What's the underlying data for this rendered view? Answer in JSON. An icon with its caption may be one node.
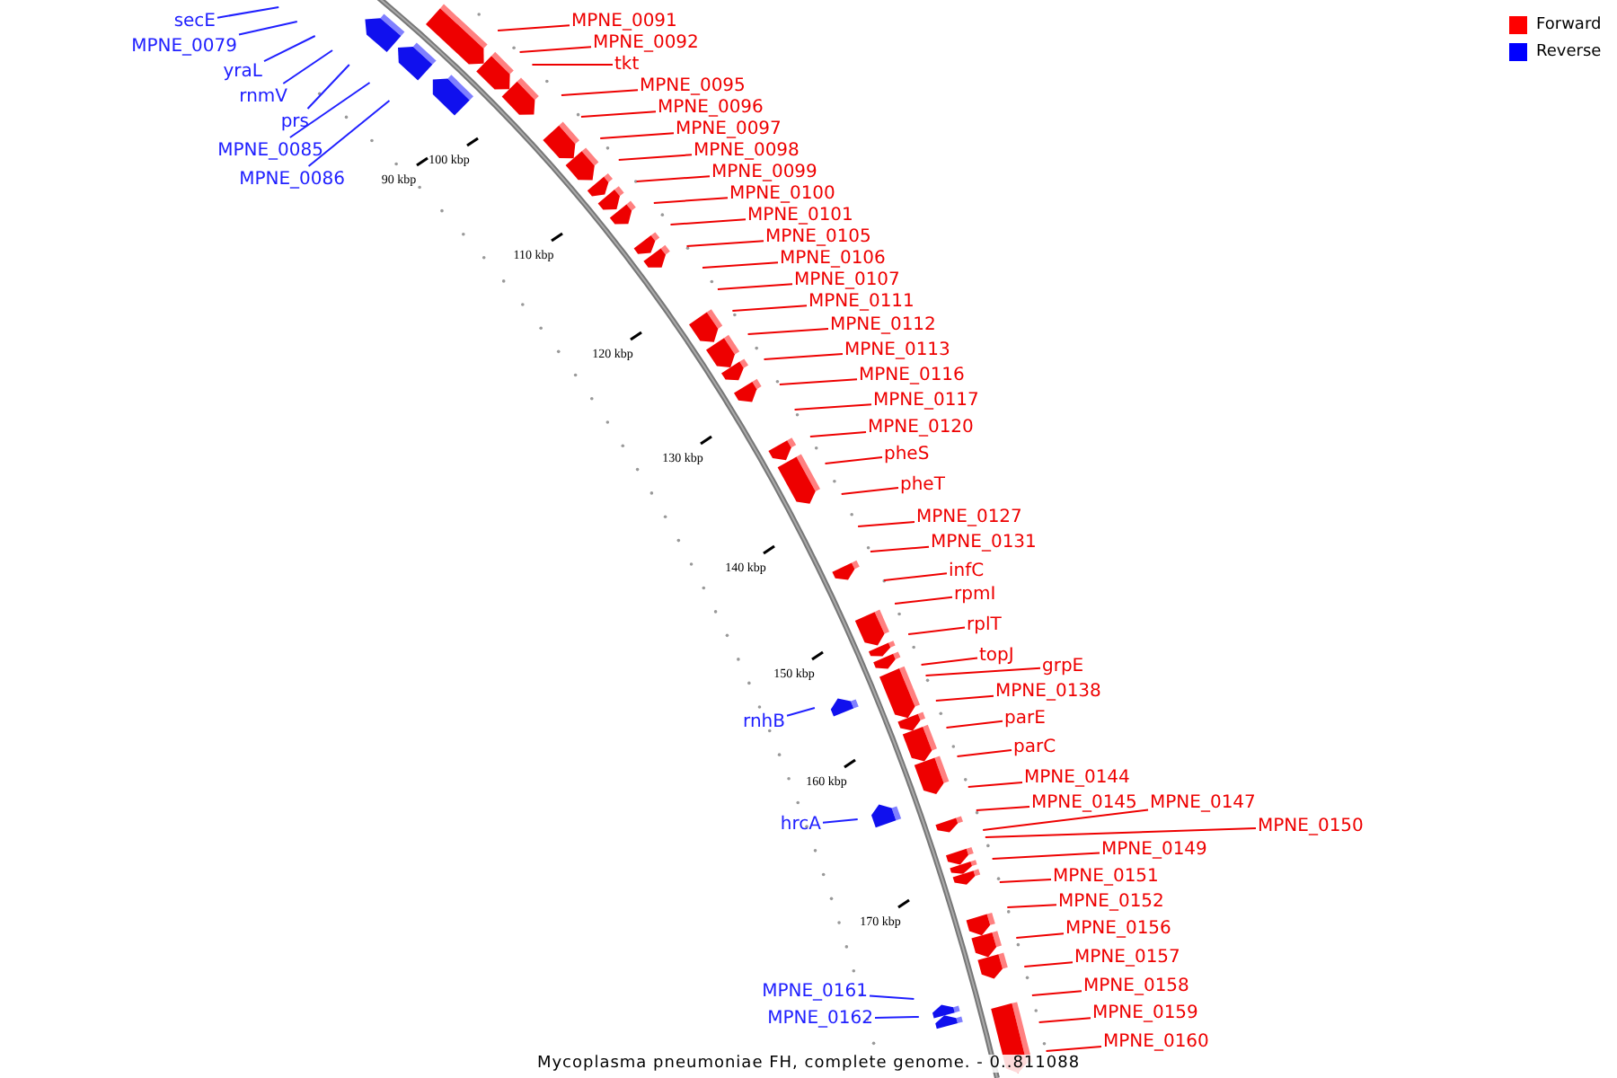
{
  "diagram": {
    "caption": "Mycoplasma pneumoniae FH, complete genome. - 0..811088",
    "nodes": [
      {
        "text": [
          "secE"
        ]
      },
      {
        "text": [
          "MPNE_0079"
        ]
      },
      {
        "text": [
          "yraL"
        ]
      },
      {
        "text": [
          "rnmV"
        ]
      },
      {
        "text": [
          "prs"
        ]
      },
      {
        "text": [
          "MPNE_0085"
        ]
      },
      {
        "text": [
          "MPNE_0086"
        ]
      },
      {
        "text": [
          "MPNE_0091"
        ]
      },
      {
        "text": [
          "MPNE_0092"
        ]
      },
      {
        "text": [
          "tkt"
        ]
      },
      {
        "text": [
          "MPNE_0095"
        ]
      },
      {
        "text": [
          "MPNE_0096"
        ]
      },
      {
        "text": [
          "MPNE_0098"
        ]
      },
      {
        "text": [
          "MPNE_0099"
        ]
      },
      {
        "text": [
          "MPNE_0097"
        ]
      },
      {
        "text": [
          "MPNE_0100"
        ]
      },
      {
        "text": [
          "MPNE_0101"
        ]
      },
      {
        "text": [
          "MPNE_0105"
        ]
      },
      {
        "text": [
          "MPNE_0106"
        ]
      },
      {
        "text": [
          "MPNE_0107"
        ]
      },
      {
        "text": [
          "MPNE_0111"
        ]
      },
      {
        "text": [
          "MPNE_0112"
        ]
      },
      {
        "text": [
          "MPNE_0113"
        ]
      },
      {
        "text": [
          "MPNE_0116"
        ]
      },
      {
        "text": [
          "MPNE_0117"
        ]
      },
      {
        "text": [
          "MPNE_0120"
        ]
      },
      {
        "text": [
          "pheS"
        ]
      },
      {
        "text": [
          "pheT"
        ]
      },
      {
        "text": [
          "MPNE_0127"
        ]
      },
      {
        "text": [
          "MPNE_0131"
        ]
      },
      {
        "text": [
          "infC"
        ]
      },
      {
        "text": [
          "rpmI"
        ]
      },
      {
        "text": [
          "rplT"
        ]
      },
      {
        "text": [
          "topJ"
        ]
      },
      {
        "text": [
          "grpE"
        ]
      },
      {
        "text": [
          "MPNE_0138"
        ]
      },
      {
        "text": [
          "parE"
        ]
      },
      {
        "text": [
          "parC"
        ]
      },
      {
        "text": [
          "MPNE_0144"
        ]
      },
      {
        "text": [
          "MPNE_0145"
        ]
      },
      {
        "text": [
          "MPNE_0147"
        ]
      },
      {
        "text": [
          "MPNE_0150"
        ]
      },
      {
        "text": [
          "MPNE_0149"
        ]
      },
      {
        "text": [
          "MPNE_0151"
        ]
      },
      {
        "text": [
          "MPNE_0152"
        ]
      },
      {
        "text": [
          "MPNE_0156"
        ]
      },
      {
        "text": [
          "MPNE_0157"
        ]
      },
      {
        "text": [
          "MPNE_0158"
        ]
      },
      {
        "text": [
          "MPNE_0159"
        ]
      },
      {
        "text": [
          "MPNE_0160"
        ]
      },
      {
        "text": [
          "rnhB"
        ]
      },
      {
        "text": [
          "hrcA"
        ]
      },
      {
        "text": [
          "MPNE_0161"
        ]
      },
      {
        "text": [
          "MPNE_0162"
        ]
      }
    ],
    "edges": [
      {
        "from": 0,
        "to": null,
        "arrow": "none",
        "color": "#2020ff"
      },
      {
        "from": 1,
        "to": null,
        "arrow": "none",
        "color": "#2020ff"
      },
      {
        "from": 2,
        "to": null,
        "arrow": "none",
        "color": "#2020ff"
      },
      {
        "from": 3,
        "to": null,
        "arrow": "none",
        "color": "#2020ff"
      },
      {
        "from": 4,
        "to": null,
        "arrow": "none",
        "color": "#2020ff"
      },
      {
        "from": 5,
        "to": null,
        "arrow": "none",
        "color": "#2020ff"
      },
      {
        "from": 6,
        "to": null,
        "arrow": "none",
        "color": "#2020ff"
      },
      {
        "from": 7,
        "to": null,
        "arrow": "none"
      },
      {
        "from": 8,
        "to": null,
        "arrow": "none"
      },
      {
        "from": 9,
        "to": null,
        "arrow": "none"
      },
      {
        "from": 10,
        "to": null,
        "arrow": "none"
      },
      {
        "from": 11,
        "to": null,
        "arrow": "none"
      },
      {
        "from": 12,
        "to": null,
        "arrow": "none"
      },
      {
        "from": 13,
        "to": null,
        "arrow": "none"
      },
      {
        "from": 14,
        "to": null,
        "arrow": "none"
      },
      {
        "from": 15,
        "to": null,
        "arrow": "none"
      },
      {
        "from": 16,
        "to": null,
        "arrow": "none"
      },
      {
        "from": 17,
        "to": null,
        "arrow": "none"
      },
      {
        "from": 18,
        "to": null,
        "arrow": "none"
      },
      {
        "from": 19,
        "to": null,
        "arrow": "none"
      },
      {
        "from": 20,
        "to": null,
        "arrow": "none"
      },
      {
        "from": 21,
        "to": null,
        "arrow": "none"
      },
      {
        "from": 22,
        "to": null,
        "arrow": "none"
      },
      {
        "from": 23,
        "to": null,
        "arrow": "none"
      },
      {
        "from": 24,
        "to": null,
        "arrow": "none"
      },
      {
        "from": 25,
        "to": null,
        "arrow": "none"
      },
      {
        "from": 26,
        "to": null,
        "arrow": "none"
      },
      {
        "from": 27,
        "to": null,
        "arrow": "none"
      },
      {
        "from": 28,
        "to": null,
        "arrow": "none"
      },
      {
        "from": 29,
        "to": null,
        "arrow": "none"
      },
      {
        "from": 30,
        "to": null,
        "arrow": "none"
      },
      {
        "from": 31,
        "to": null,
        "arrow": "none"
      },
      {
        "from": 32,
        "to": null,
        "arrow": "none"
      },
      {
        "from": 33,
        "to": null,
        "arrow": "none"
      },
      {
        "from": 34,
        "to": null,
        "arrow": "none"
      },
      {
        "from": 35,
        "to": null,
        "arrow": "none"
      },
      {
        "from": 36,
        "to": null,
        "arrow": "none"
      },
      {
        "from": 37,
        "to": null,
        "arrow": "none"
      },
      {
        "from": 38,
        "to": null,
        "arrow": "none"
      },
      {
        "from": 39,
        "to": null,
        "arrow": "none"
      },
      {
        "from": 40,
        "to": null,
        "arrow": "none"
      },
      {
        "from": 41,
        "to": null,
        "arrow": "none"
      },
      {
        "from": 42,
        "to": null,
        "arrow": "none"
      },
      {
        "from": 43,
        "to": null,
        "arrow": "none"
      },
      {
        "from": 44,
        "to": null,
        "arrow": "none"
      },
      {
        "from": 45,
        "to": null,
        "arrow": "none"
      },
      {
        "from": 46,
        "to": null,
        "arrow": "none"
      },
      {
        "from": 47,
        "to": null,
        "arrow": "none"
      },
      {
        "from": 48,
        "to": null,
        "arrow": "none"
      },
      {
        "from": 49,
        "to": null,
        "arrow": "none"
      },
      {
        "from": 50,
        "to": null,
        "arrow": "none",
        "color": "#2020ff"
      },
      {
        "from": 51,
        "to": null,
        "arrow": "none",
        "color": "#2020ff"
      },
      {
        "from": 52,
        "to": null,
        "arrow": "none",
        "color": "#2020ff"
      },
      {
        "from": 53,
        "to": null,
        "arrow": "none",
        "color": "#2020ff"
      }
    ],
    "labels": [
      "90 kbp",
      "100 kbp",
      "110 kbp",
      "120 kbp",
      "130 kbp",
      "140 kbp",
      "150 kbp",
      "160 kbp",
      "170 kbp"
    ],
    "legend": [
      {
        "text": "Forward",
        "color": "#ff0000"
      },
      {
        "text": "Reverse",
        "color": "#0000ff"
      }
    ]
  }
}
